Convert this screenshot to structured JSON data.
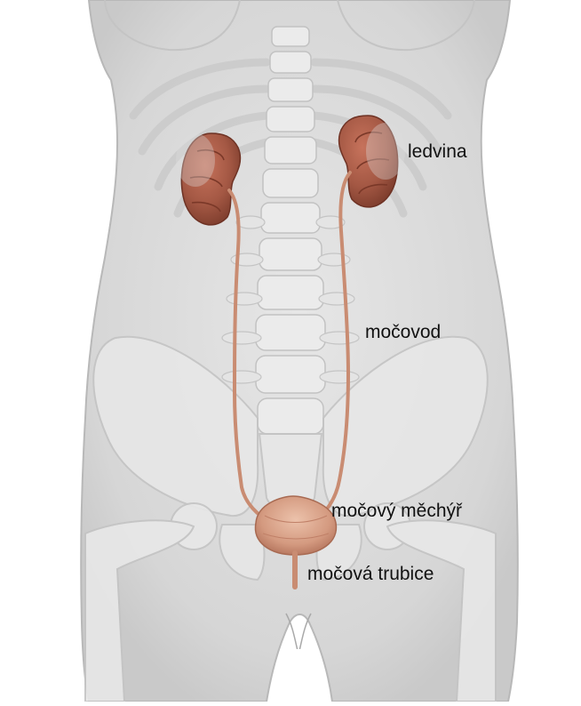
{
  "labels": {
    "kidney": "ledvina",
    "ureter": "močovod",
    "bladder": "močový měchýř",
    "urethra": "močová trubice"
  },
  "colors": {
    "body_fill": "#dcdcdc",
    "body_outline": "#b8b8b8",
    "bone_fill": "#e9e9e9",
    "bone_outline": "#c6c6c6",
    "kidney": "#a45844",
    "ureter": "#c98c72",
    "bladder": "#d9a68e"
  }
}
